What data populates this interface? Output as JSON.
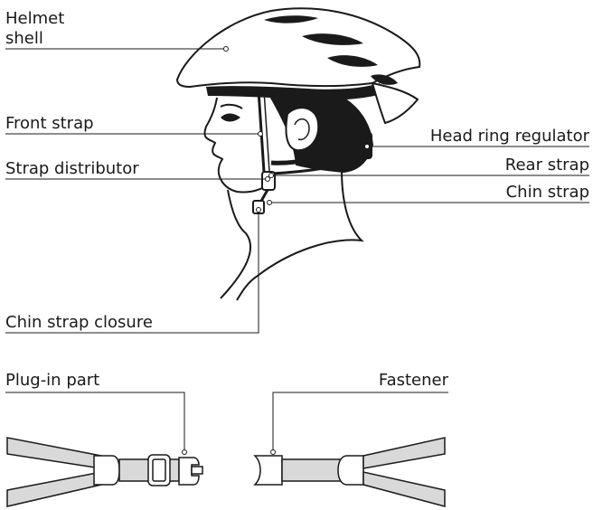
{
  "labels": {
    "helmet_shell_line1": "Helmet",
    "helmet_shell_line2": "shell",
    "front_strap": "Front strap",
    "strap_distributor": "Strap distributor",
    "chin_strap_closure": "Chin strap closure",
    "head_ring_regulator": "Head ring regulator",
    "rear_strap": "Rear strap",
    "chin_strap": "Chin strap",
    "plug_in_part": "Plug-in part",
    "fastener": "Fastener"
  },
  "colors": {
    "line": "#1a1a1a",
    "strap_fill": "#d9d9d9",
    "hair_fill": "#1a1a1a",
    "helmet_fill": "#ffffff"
  }
}
